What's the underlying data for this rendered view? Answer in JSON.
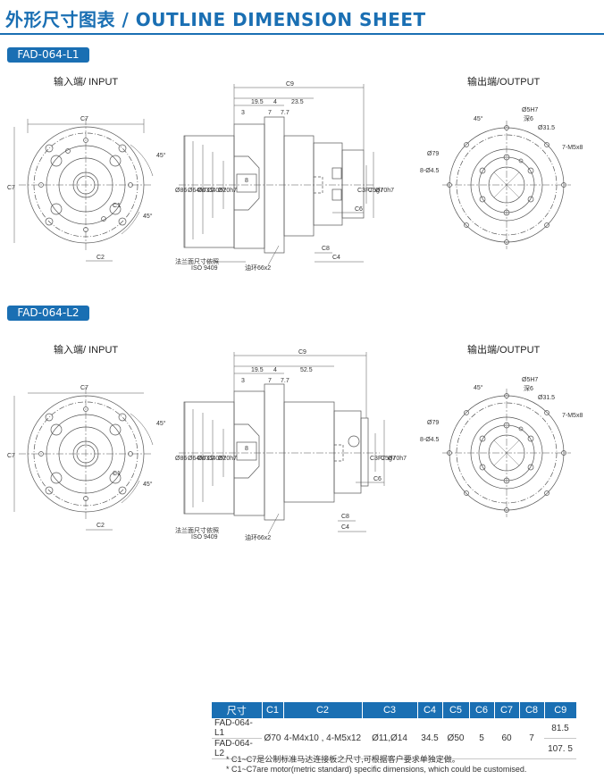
{
  "title": "外形尺寸图表 / OUTLINE DIMENSION SHEET",
  "models": [
    {
      "tag": "FAD-064-L1",
      "input_label": "输入端/ INPUT",
      "output_label": "输出端/OUTPUT",
      "dims": {
        "c9": "C9",
        "d19_5": "19.5",
        "d4": "4",
        "d23_5": "23.5",
        "d3": "3",
        "d7": "7",
        "d7_7": "7.7",
        "c7": "C7",
        "c2": "C2",
        "c1": "C1",
        "a45a": "45°",
        "a45b": "45°",
        "o86": "Ø86",
        "o64": "Ø64h7",
        "o63": "Ø63.2",
        "o40": "Ø40h7",
        "o20": "Ø20h7",
        "d8": "8",
        "c3": "C3F7",
        "c5": "C5g7",
        "o70": "Ø70h7",
        "c6": "C6",
        "c8": "C8",
        "c4": "C4",
        "flange_note1": "法兰面尺寸依照",
        "flange_note2": "ISO 9409",
        "oil_ring": "油环66x2",
        "o5": "Ø5H7",
        "deep6": "深6",
        "o31": "Ø31.5",
        "m5": "7-M5x8",
        "o79": "Ø79",
        "h45": "8-Ø4.5",
        "a45c": "45°"
      }
    },
    {
      "tag": "FAD-064-L2",
      "input_label": "输入端/ INPUT",
      "output_label": "输出端/OUTPUT",
      "dims": {
        "c9": "C9",
        "d19_5": "19.5",
        "d4": "4",
        "d23_5": "52.5",
        "d3": "3",
        "d7": "7",
        "d7_7": "7.7",
        "c7": "C7",
        "c2": "C2",
        "c1": "C1",
        "a45a": "45°",
        "a45b": "45°",
        "o86": "Ø86",
        "o64": "Ø64h7",
        "o63": "Ø63.2",
        "o40": "Ø40h7",
        "o20": "Ø20h7",
        "d8": "8",
        "c3": "C3F7",
        "c5": "C5g7",
        "o70": "Ø70h7",
        "c6": "C6",
        "c8": "C8",
        "c4": "C4",
        "flange_note1": "法兰面尺寸依照",
        "flange_note2": "ISO 9409",
        "oil_ring": "油环66x2",
        "o5": "Ø5H7",
        "deep6": "深6",
        "o31": "Ø31.5",
        "m5": "7-M5x8",
        "o79": "Ø79",
        "h45": "8-Ø4.5",
        "a45c": "45°"
      }
    }
  ],
  "table": {
    "headers": [
      "尺寸",
      "C1",
      "C2",
      "C3",
      "C4",
      "C5",
      "C6",
      "C7",
      "C8",
      "C9"
    ],
    "row1_name": "FAD-064-L1",
    "row2_name": "FAD-064-L2",
    "c1": "Ø70",
    "c2": "4-M4x10 , 4-M5x12",
    "c3": "Ø11,Ø14",
    "c4": "34.5",
    "c5": "Ø50",
    "c6": "5",
    "c7": "60",
    "c8": "7",
    "c9_l1": "81.5",
    "c9_l2": "107. 5"
  },
  "notes": [
    "* C1~C7是公制标准马达连接板之尺寸,可根据客户要求单独定做。",
    "* C1~C7are motor(metric standard)  specific dimensions, which could be customised."
  ]
}
